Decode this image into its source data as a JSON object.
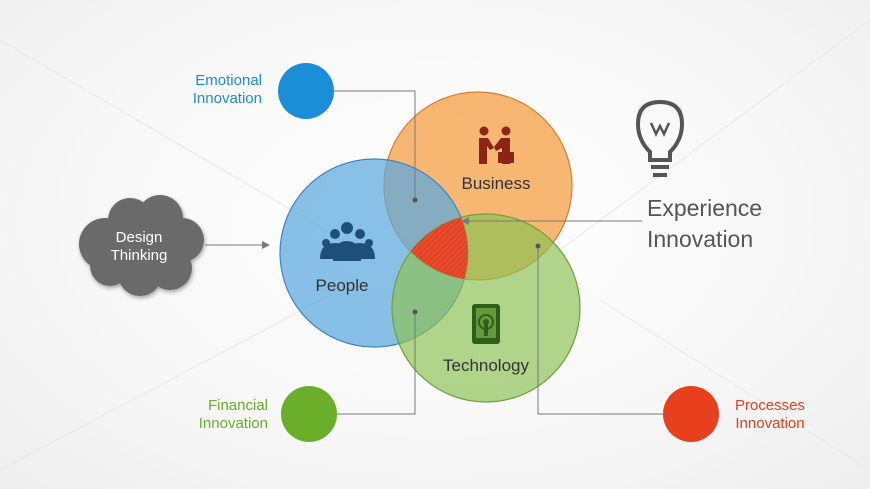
{
  "diagram": {
    "venn": {
      "people": {
        "label": "People",
        "color": "#5aa7df"
      },
      "business": {
        "label": "Business",
        "color": "#f6a24c"
      },
      "technology": {
        "label": "Technology",
        "color": "#8cc152"
      },
      "center_color": "#ea4a2c"
    },
    "emotional": {
      "line1": "Emotional",
      "line2": "Innovation",
      "color": "#1a8fd8"
    },
    "financial": {
      "line1": "Financial",
      "line2": "Innovation",
      "color": "#6aae2a"
    },
    "processes": {
      "line1": "Processes",
      "line2": "Innovation",
      "color": "#e8401c"
    },
    "design": {
      "line1": "Design",
      "line2": "Thinking",
      "color": "#6b6b6b"
    },
    "experience": {
      "line1": "Experience",
      "line2": "Innovation"
    },
    "icons": {
      "business": "handshake-icon",
      "people": "group-people-icon",
      "technology": "touch-tablet-icon",
      "experience": "lightbulb-icon"
    }
  }
}
